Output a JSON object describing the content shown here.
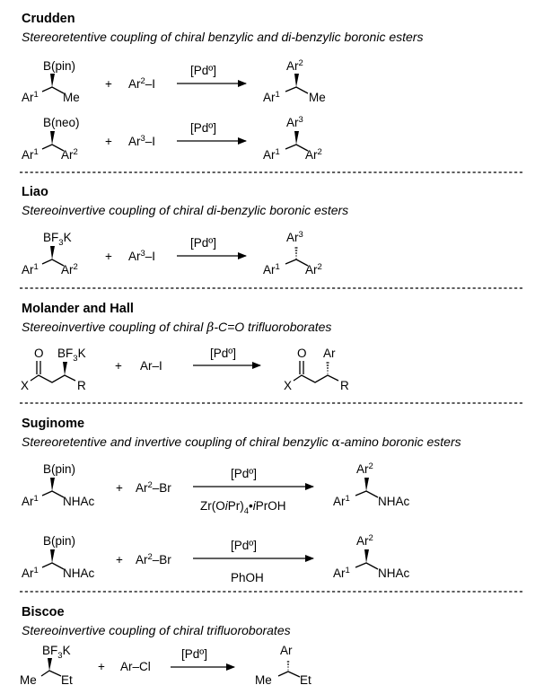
{
  "sections": [
    {
      "title": "Crudden",
      "subtitle": "Stereoretentive coupling of chiral benzylic and di-benzylic boronic esters",
      "reactions": [
        {
          "substrate": {
            "top": "B(pin)",
            "left": "Ar1",
            "right": "Me"
          },
          "reagent": "Ar2–I",
          "catalyst": "[Pdº]",
          "product": {
            "top": "Ar2",
            "left": "Ar1",
            "right": "Me"
          }
        },
        {
          "substrate": {
            "top": "B(neo)",
            "left": "Ar1",
            "right": "Ar2"
          },
          "reagent": "Ar3–I",
          "catalyst": "[Pdº]",
          "product": {
            "top": "Ar3",
            "left": "Ar1",
            "right": "Ar2"
          }
        }
      ]
    },
    {
      "title": "Liao",
      "subtitle": "Stereoinvertive coupling of chiral di-benzylic boronic esters",
      "reactions": [
        {
          "substrate": {
            "top": "BF3K",
            "left": "Ar1",
            "right": "Ar2"
          },
          "reagent": "Ar3–I",
          "catalyst": "[Pdº]",
          "product": {
            "top": "Ar3",
            "left": "Ar1",
            "right": "Ar2"
          }
        }
      ]
    },
    {
      "title": "Molander and Hall",
      "subtitle": "Stereoinvertive coupling of chiral β-C=O trifluoroborates",
      "reactions": [
        {
          "substrate": {
            "carbonyl": "O",
            "x": "X",
            "top": "BF3K",
            "right": "R"
          },
          "reagent": "Ar–I",
          "catalyst": "[Pdº]",
          "product": {
            "carbonyl": "O",
            "x": "X",
            "top": "Ar",
            "right": "R"
          }
        }
      ]
    },
    {
      "title": "Suginome",
      "subtitle": "Stereoretentive and invertive coupling of chiral benzylic α-amino boronic esters",
      "reactions": [
        {
          "substrate": {
            "top": "B(pin)",
            "left": "Ar1",
            "right": "NHAc"
          },
          "reagent": "Ar2–Br",
          "catalyst": "[Pdº]",
          "conditions": "Zr(OiPr)4•iPrOH",
          "product": {
            "top": "Ar2",
            "left": "Ar1",
            "right": "NHAc"
          }
        },
        {
          "substrate": {
            "top": "B(pin)",
            "left": "Ar1",
            "right": "NHAc"
          },
          "reagent": "Ar2–Br",
          "catalyst": "[Pdº]",
          "conditions": "PhOH",
          "product": {
            "top": "Ar2",
            "left": "Ar1",
            "right": "NHAc"
          }
        }
      ]
    },
    {
      "title": "Biscoe",
      "subtitle": "Stereoinvertive coupling of chiral trifluoroborates",
      "reactions": [
        {
          "substrate": {
            "top": "BF3K",
            "left": "Me",
            "right": "Et"
          },
          "reagent": "Ar–Cl",
          "catalyst": "[Pdº]",
          "product": {
            "top": "Ar",
            "left": "Me",
            "right": "Et"
          }
        }
      ]
    }
  ],
  "plus": "+"
}
